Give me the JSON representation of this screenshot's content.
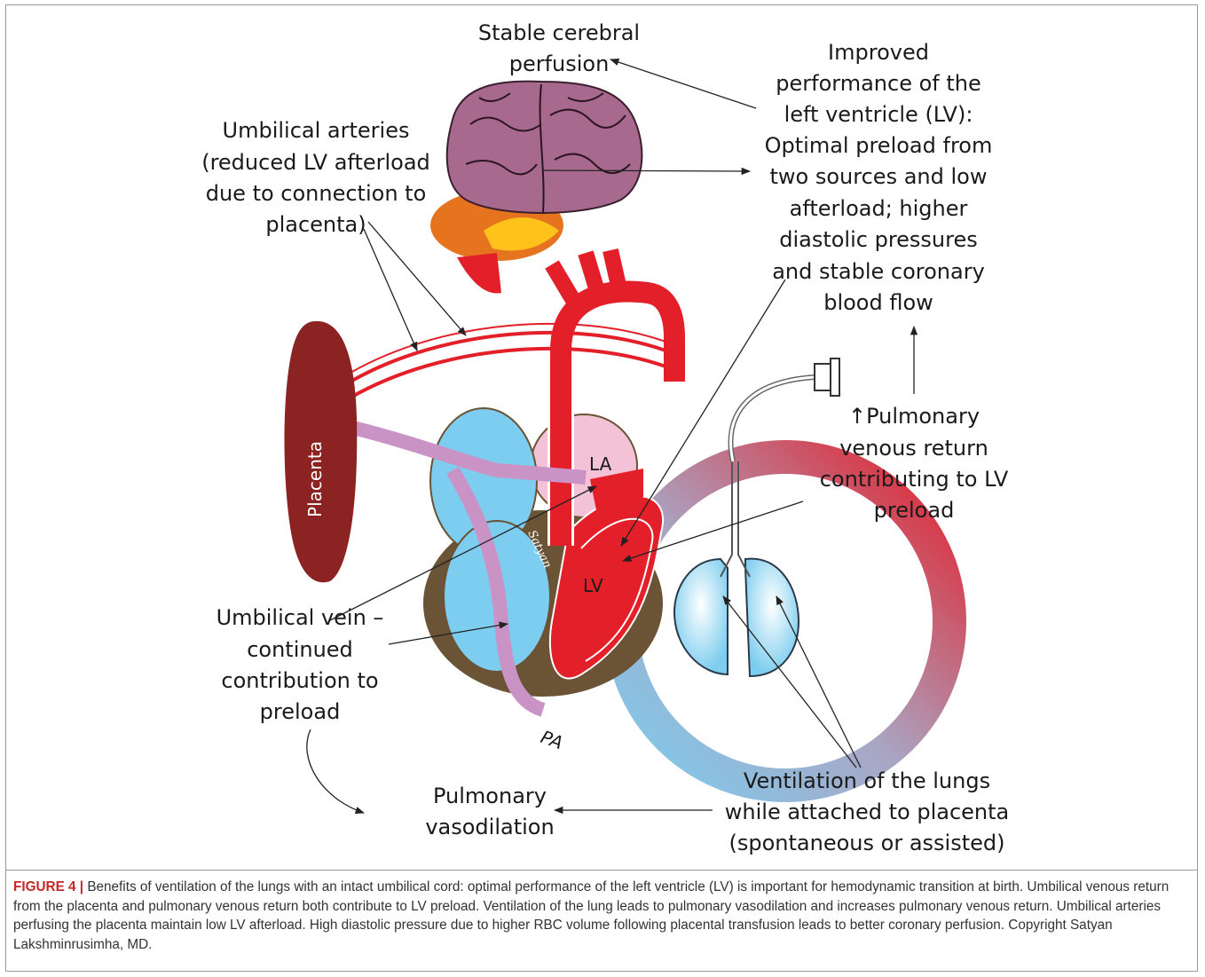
{
  "labels": {
    "cerebral": [
      "Stable cerebral",
      "perfusion"
    ],
    "lv_performance": [
      "Improved",
      "performance of the",
      "left ventricle (LV):",
      "Optimal preload from",
      "two sources and low",
      "afterload; higher",
      "diastolic pressures",
      "and stable coronary",
      "blood flow"
    ],
    "umbilical_arteries": [
      "Umbilical arteries",
      "(reduced LV afterload",
      "due to connection to",
      "placenta)"
    ],
    "pulmonary_venous": [
      "↑Pulmonary",
      "venous return",
      "contributing to LV",
      "preload"
    ],
    "umbilical_vein": [
      "Umbilical vein –",
      "continued",
      "contribution to",
      "preload"
    ],
    "pulmonary_vasodilation": [
      "Pulmonary",
      "vasodilation"
    ],
    "ventilation": [
      "Ventilation of the lungs",
      "while attached to placenta",
      "(spontaneous or assisted)"
    ],
    "placenta": "Placenta",
    "la": "LA",
    "lv": "LV",
    "pa": "PA",
    "signature": "Satyan"
  },
  "caption": {
    "figure_label": "FIGURE 4 |",
    "text": " Benefits of ventilation of the lungs with an intact umbilical cord: optimal performance of the left ventricle (LV) is important for hemodynamic transition at birth. Umbilical venous return from the placenta and pulmonary venous return both contribute to LV preload. Ventilation of the lung leads to pulmonary vasodilation and increases pulmonary venous return. Umbilical arteries perfusing the placenta maintain low LV afterload. High diastolic pressure due to higher RBC volume following placental transfusion leads to better coronary perfusion. Copyright Satyan Lakshminrusimha, MD."
  },
  "colors": {
    "blood_red": "#e3202a",
    "placenta": "#8b2323",
    "chamber_blue": "#7ccdef",
    "pericardium": "#6b5335",
    "left_atrium": "#f3c2d7",
    "umbilical_vein": "#c993c6",
    "brain": "#a8698e",
    "caption_label": "#c62828"
  }
}
